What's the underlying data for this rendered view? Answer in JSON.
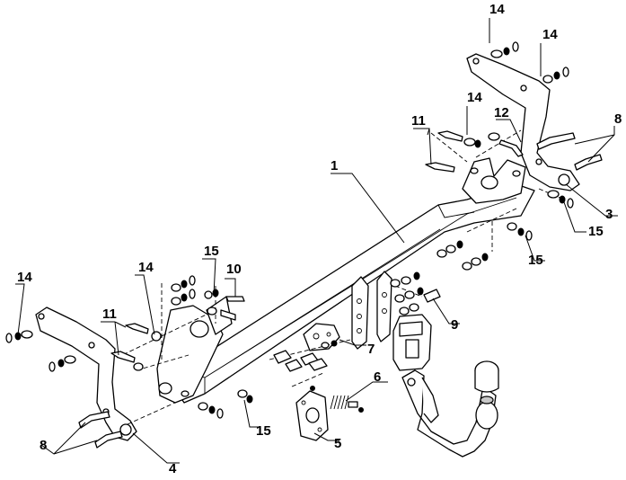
{
  "labels": {
    "l1": "1",
    "l3": "3",
    "l4": "4",
    "l5": "5",
    "l6": "6",
    "l7": "7",
    "l8a": "8",
    "l8b": "8",
    "l9": "9",
    "l10": "10",
    "l11a": "11",
    "l11b": "11",
    "l12": "12",
    "l14a": "14",
    "l14b": "14",
    "l14c": "14",
    "l14d": "14",
    "l14e": "14",
    "l15a": "15",
    "l15b": "15",
    "l15c": "15",
    "l15d": "15"
  }
}
